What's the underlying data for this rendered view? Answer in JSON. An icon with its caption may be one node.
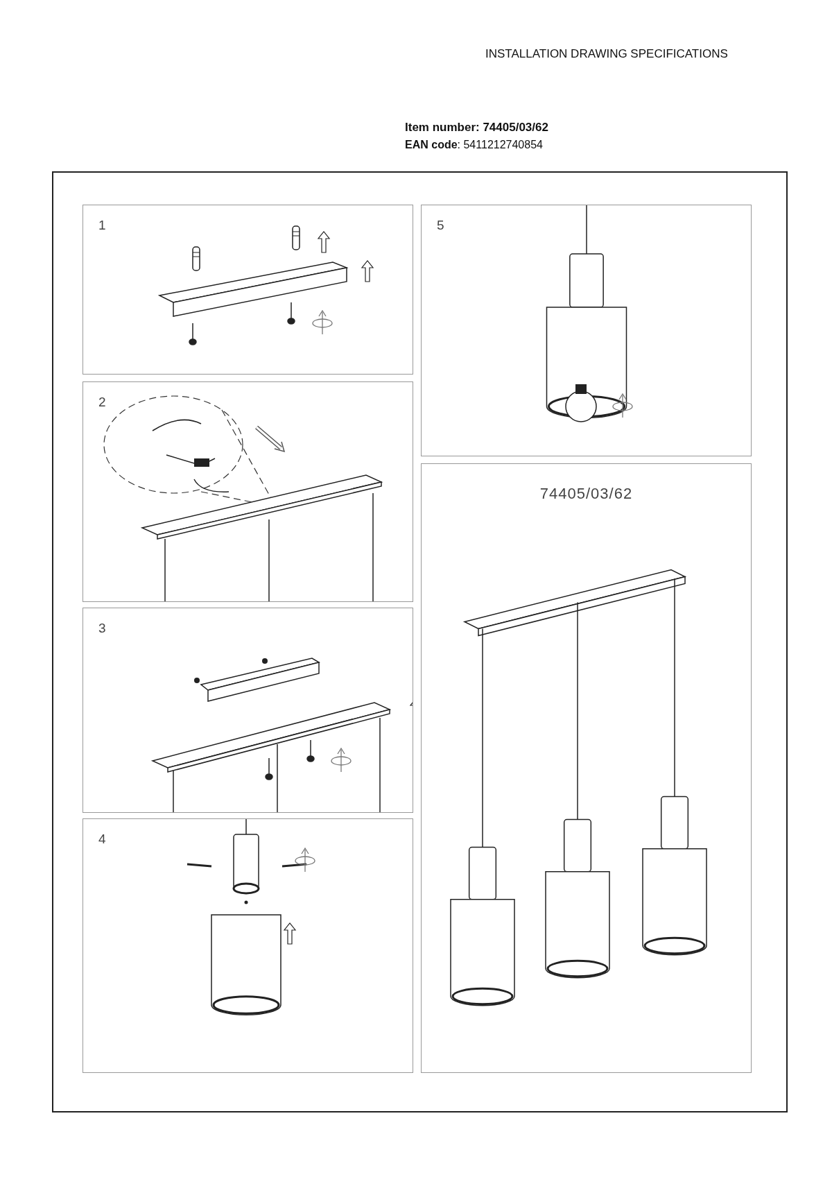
{
  "diagram": {
    "nodes": [
      {
        "text": [
          "1"
        ]
      },
      {
        "text": [
          "2"
        ]
      },
      {
        "text": [
          "3"
        ]
      },
      {
        "text": [
          "4"
        ]
      },
      {
        "text": [
          "5"
        ]
      },
      {
        "text": [
          "74405/03/62"
        ]
      }
    ],
    "edges": [],
    "labels": [
      "INSTALLATION DRAWING SPECIFICATIONS",
      "**Item number: 74405/03/62**",
      "**EAN code**: 5411212740854"
    ]
  }
}
